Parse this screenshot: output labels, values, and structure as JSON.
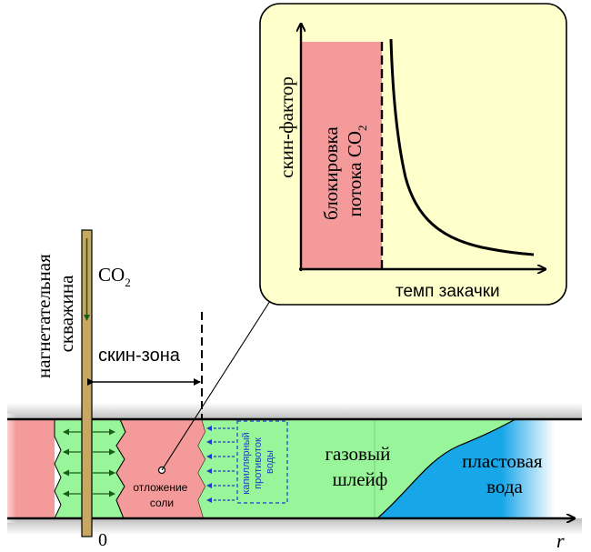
{
  "colors": {
    "salt": "#f59a9a",
    "gas": "#99f599",
    "water": "#17a6e8",
    "inset_bg": "#ffffcc",
    "well": "#c8a860",
    "arrow_dark": "#1a5c1a",
    "blue_dash": "#1a3ccf"
  },
  "well": {
    "label_line1": "нагнетательная",
    "label_line2": "скважина",
    "co2": "CO",
    "co2_sub": "2",
    "origin": "0"
  },
  "skin_zone": {
    "label": "скин-зона"
  },
  "salt": {
    "line1": "отложение",
    "line2": "соли"
  },
  "capillary": {
    "line1": "капиллярный",
    "line2": "противоток",
    "line3": "воды"
  },
  "gas_plume": {
    "line1": "газовый",
    "line2": "шлейф"
  },
  "formation_water": {
    "line1": "пластовая",
    "line2": "вода"
  },
  "axis": {
    "r_label": "r"
  },
  "inset": {
    "y_label": "скин-фактор",
    "x_label": "темп закачки",
    "block_line1": "блокировка",
    "block_line2": "потока CO",
    "block_sub": "2"
  }
}
